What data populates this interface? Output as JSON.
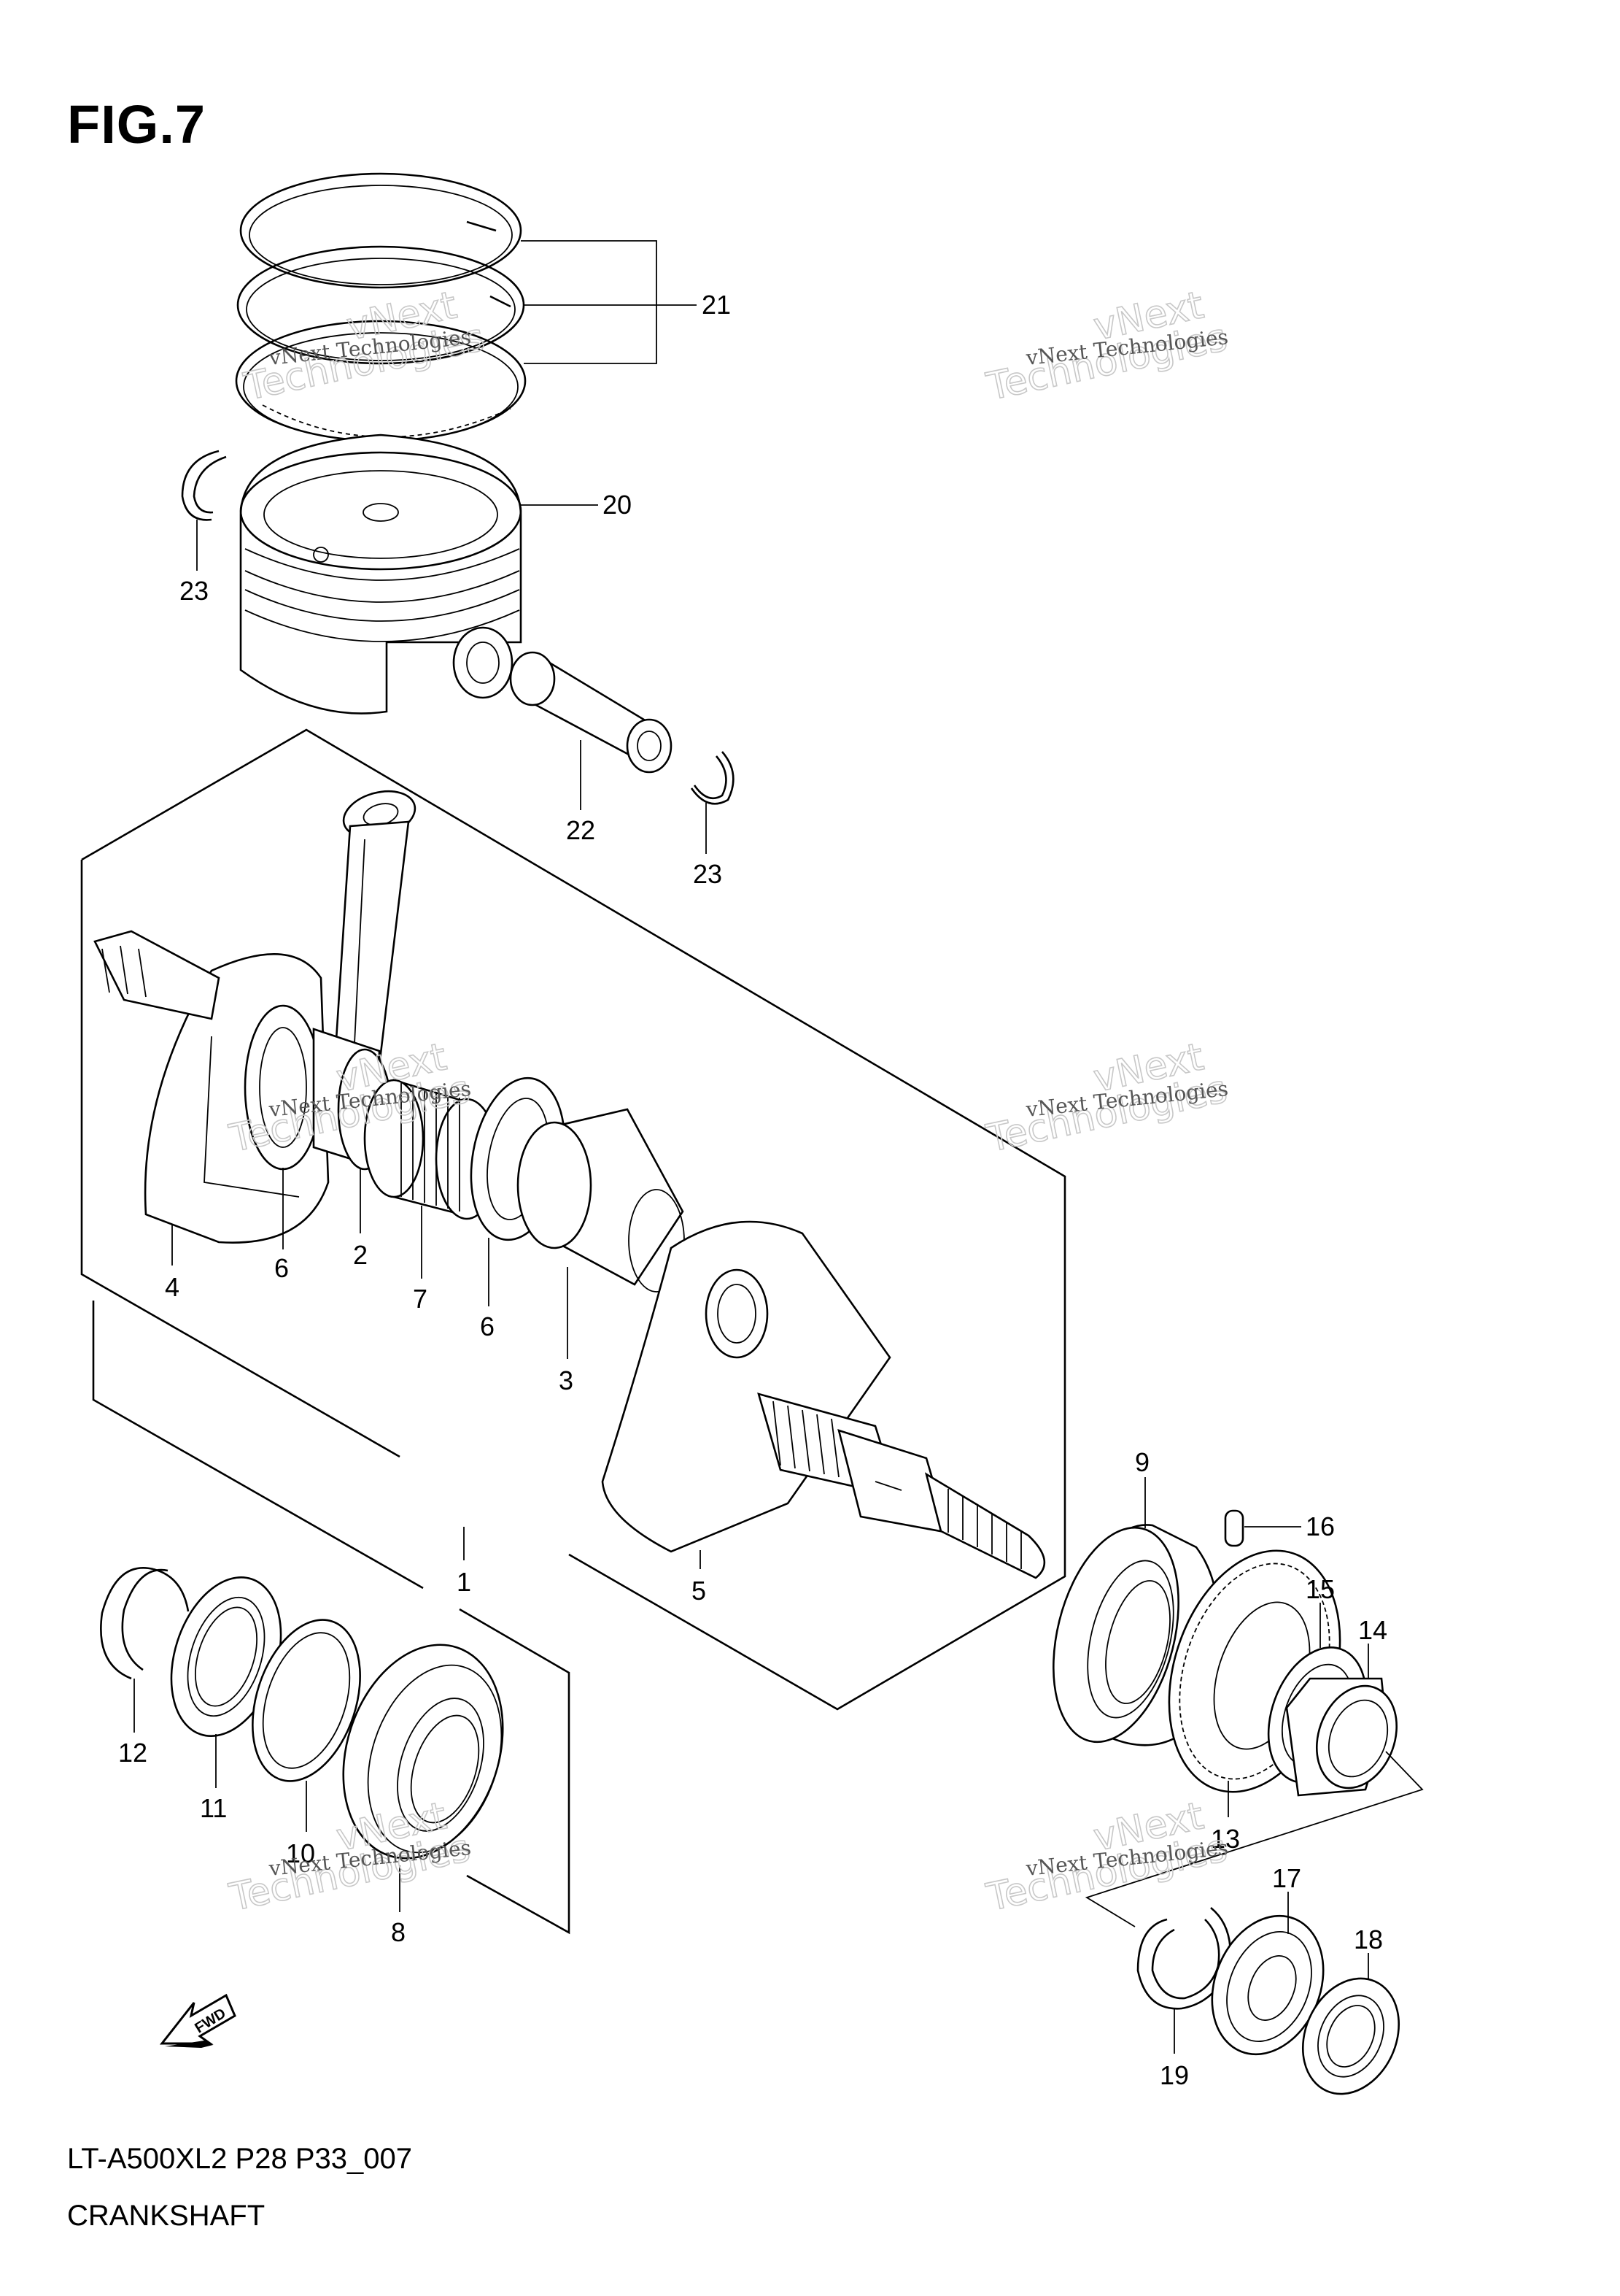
{
  "figure": {
    "title": "FIG.7",
    "model_code": "LT-A500XL2 P28 P33_007",
    "section_name": "CRANKSHAFT"
  },
  "watermark": {
    "line1": "vNext Technologies",
    "line2a": "vNext",
    "line2b": "Technologies"
  },
  "fwd_label": "FWD",
  "callouts": {
    "c1": "1",
    "c2": "2",
    "c3": "3",
    "c4": "4",
    "c5": "5",
    "c6a": "6",
    "c6b": "6",
    "c7": "7",
    "c8": "8",
    "c9": "9",
    "c10": "10",
    "c11": "11",
    "c12": "12",
    "c13": "13",
    "c14": "14",
    "c15": "15",
    "c16": "16",
    "c17": "17",
    "c18": "18",
    "c19": "19",
    "c20": "20",
    "c21": "21",
    "c22": "22",
    "c23a": "23",
    "c23b": "23"
  }
}
